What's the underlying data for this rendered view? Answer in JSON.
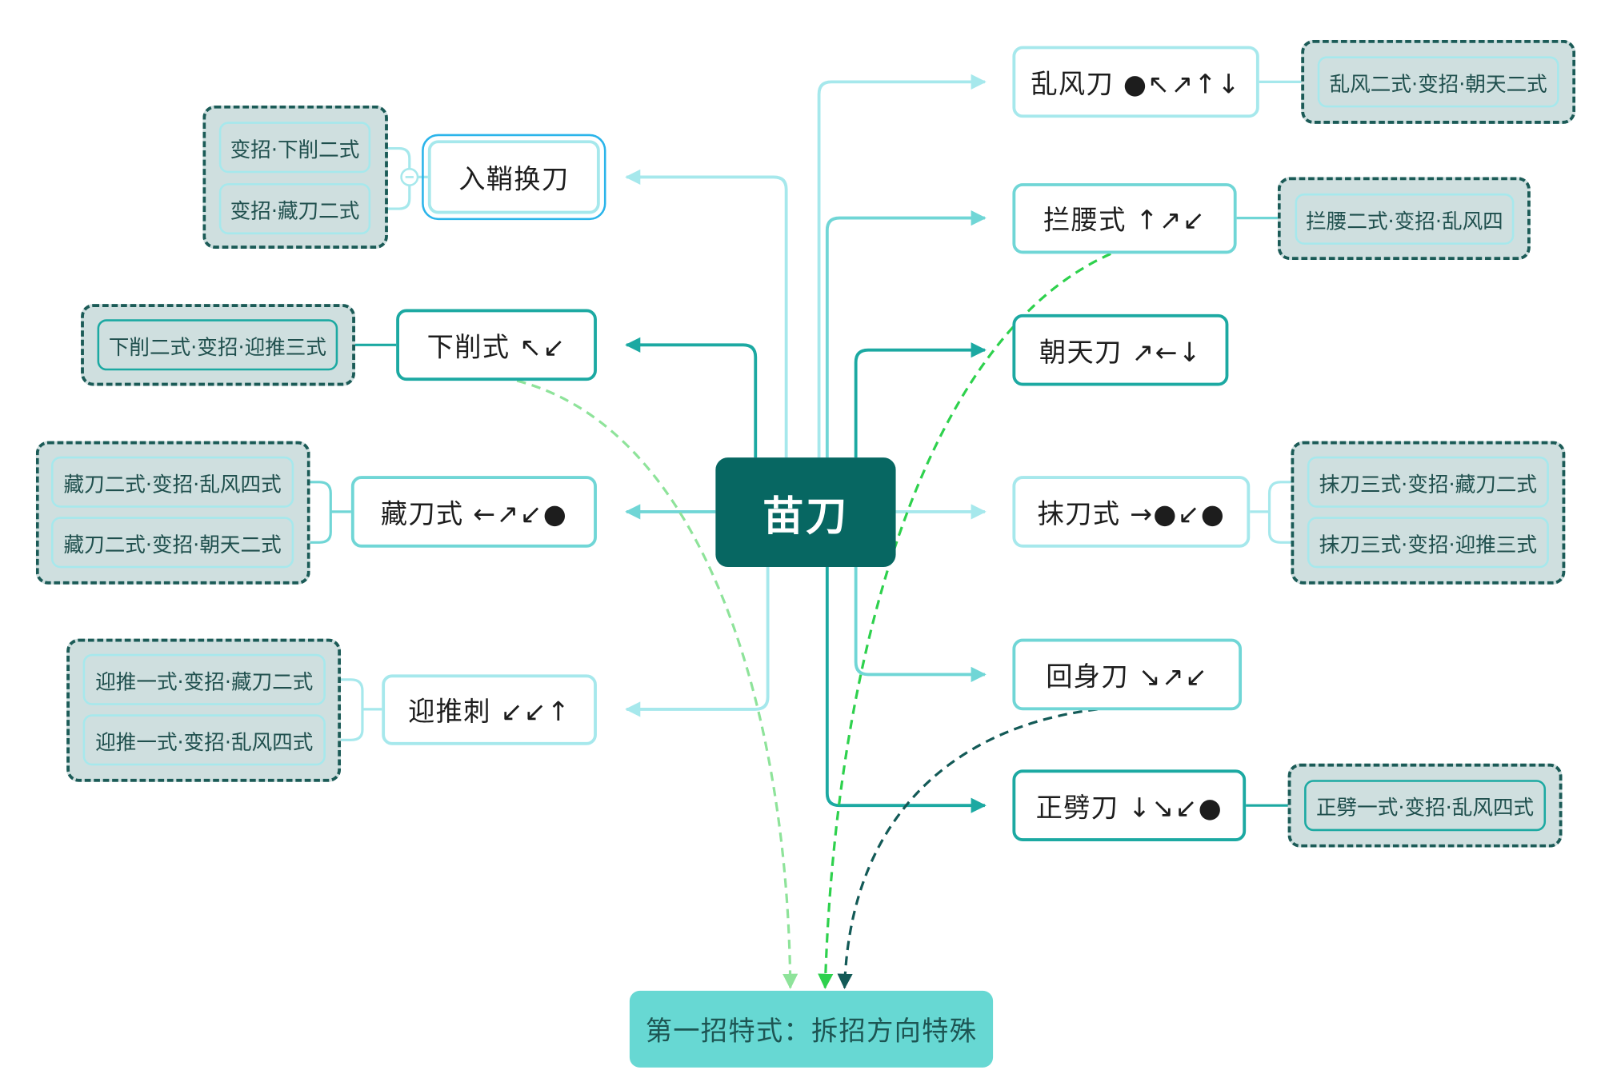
{
  "root": {
    "label": "苗刀"
  },
  "footer": {
    "label": "第一招特式：拆招方向特殊"
  },
  "colors": {
    "root": "#076762",
    "branch_dark": "#1ca9a2",
    "branch_light": "#a6e8ec",
    "branch_mid": "#70d6d6",
    "group_fill": "#cfdfdf",
    "group_border": "#1b5b57",
    "footer": "#67d8d3",
    "dash_light_green": "#8ee39a",
    "dash_green": "#2ed14d",
    "dash_dark": "#135a57"
  },
  "left": {
    "rushao": {
      "label": "入鞘换刀",
      "subs": [
        "变招·下削二式",
        "变招·藏刀二式"
      ]
    },
    "xiaxue": {
      "label": "下削式 ↖↙",
      "subs": [
        "下削二式·变招·迎推三式"
      ]
    },
    "cangdao": {
      "label": "藏刀式 ←↗↙●",
      "subs": [
        "藏刀二式·变招·乱风四式",
        "藏刀二式·变招·朝天二式"
      ]
    },
    "yingtui": {
      "label": "迎推刺 ↙↙↑",
      "subs": [
        "迎推一式·变招·藏刀二式",
        "迎推一式·变招·乱风四式"
      ]
    }
  },
  "right": {
    "luanfeng": {
      "label": "乱风刀 ●↖↗↑↓",
      "subs": [
        "乱风二式·变招·朝天二式"
      ]
    },
    "lanyao": {
      "label": "拦腰式 ↑↗↙",
      "subs": [
        "拦腰二式·变招·乱风四"
      ]
    },
    "chaotian": {
      "label": "朝天刀 ↗←↓"
    },
    "modao": {
      "label": "抹刀式 →●↙●",
      "subs": [
        "抹刀三式·变招·藏刀二式",
        "抹刀三式·变招·迎推三式"
      ]
    },
    "huishen": {
      "label": "回身刀 ↘↗↙"
    },
    "zhengpi": {
      "label": "正劈刀 ↓↘↙●",
      "subs": [
        "正劈一式·变招·乱风四式"
      ]
    }
  }
}
